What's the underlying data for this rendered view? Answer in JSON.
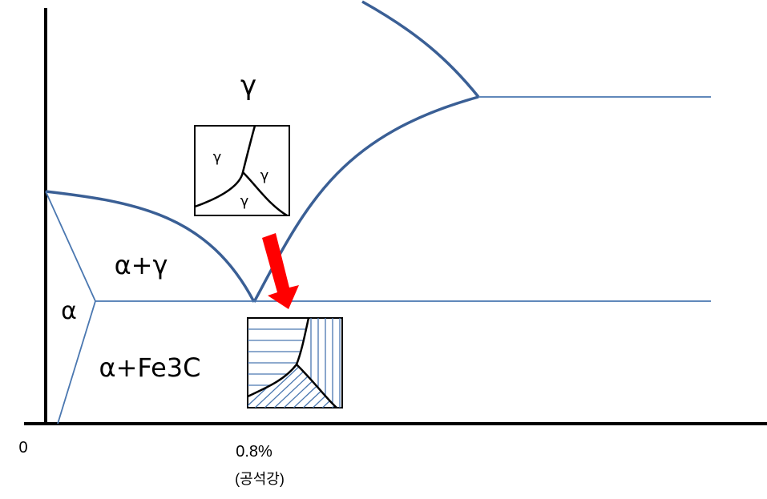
{
  "colors": {
    "background": "#ffffff",
    "axis": "#000000",
    "phase_boundary_bold": "#3a5f95",
    "phase_boundary_thin": "#4a77b0",
    "arrow": "#ff0000",
    "microstructure_outline": "#000000",
    "lamellae": "#4a77b0"
  },
  "regions": {
    "gamma": "γ",
    "alpha_gamma": "α+γ",
    "alpha": "α",
    "alpha_fe3c": "α+Fe3C"
  },
  "axis": {
    "origin": "0",
    "eutectoid_composition": "0.8%",
    "eutectoid_name": "(공석강)"
  },
  "insets": {
    "austenite": {
      "grain_top_left": "γ",
      "grain_right": "γ",
      "grain_bottom": "γ"
    },
    "pearlite": {
      "icon": "lamellar-pearlite-icon"
    }
  }
}
